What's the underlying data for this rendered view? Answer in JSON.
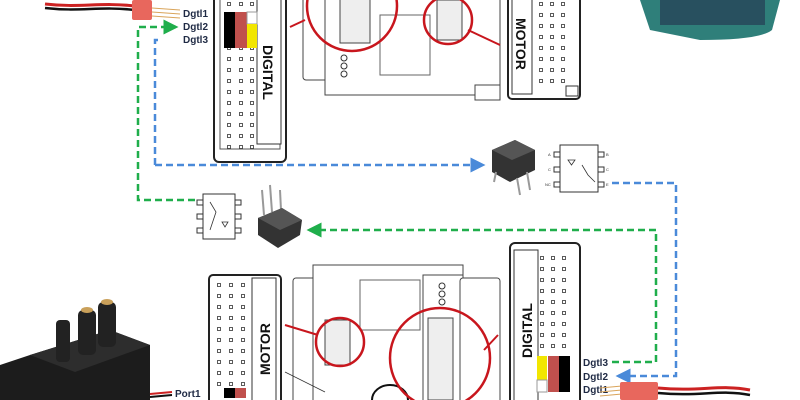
{
  "labels": {
    "top_ports": [
      "Dgtl1",
      "Dgtl2",
      "Dgtl3"
    ],
    "bottom_ports": [
      "Dgtl3",
      "Dgtl2",
      "Dgtl1"
    ],
    "digital_module": "DIGITAL",
    "motor_module": "MOTOR",
    "motor_port": "Port1"
  },
  "optocoupler_pins": {
    "left_side": [
      "A",
      "C",
      "NC"
    ],
    "right_side": [
      "B",
      "C",
      "E"
    ]
  },
  "colors": {
    "green_link": "#1fae4b",
    "blue_link": "#4a8ad9",
    "highlight_circle": "#c8161d",
    "signal_pin": "#f2e600",
    "power_pin": "#c0504d",
    "ground_pin": "#000000"
  }
}
